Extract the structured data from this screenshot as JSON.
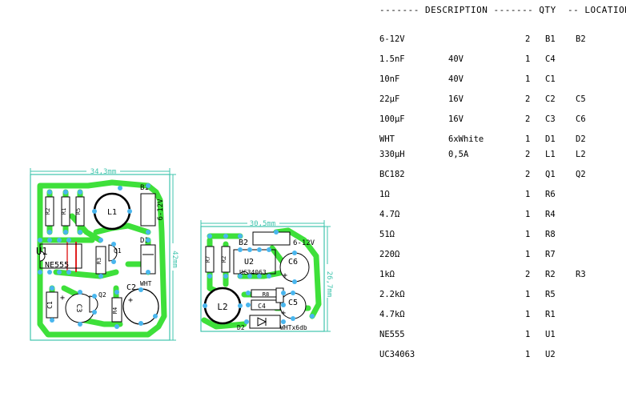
{
  "bom_header": "------- DESCRIPTION ------- QTY  -- LOCATIONS",
  "bom": [
    {
      "name": "6-12V",
      "rating": "",
      "qty": "2",
      "loc1": "B1",
      "loc2": "B2"
    },
    {
      "name": "1.5nF",
      "rating": "40V",
      "qty": "1",
      "loc1": "C4",
      "loc2": ""
    },
    {
      "name": "10nF",
      "rating": "40V",
      "qty": "1",
      "loc1": "C1",
      "loc2": ""
    },
    {
      "name": "22µF",
      "rating": "16V",
      "qty": "2",
      "loc1": "C2",
      "loc2": "C5"
    },
    {
      "name": "100µF",
      "rating": "16V",
      "qty": "2",
      "loc1": "C3",
      "loc2": "C6"
    },
    {
      "name": "WHT",
      "rating": "6xWhite",
      "qty": "1",
      "loc1": "D1",
      "loc2": "D2"
    },
    {
      "name": "330µH",
      "rating": "0,5A",
      "qty": "2",
      "loc1": "L1",
      "loc2": "L2"
    },
    {
      "name": "BC182",
      "rating": "",
      "qty": "2",
      "loc1": "Q1",
      "loc2": "Q2"
    },
    {
      "name": "1Ω",
      "rating": "",
      "qty": "1",
      "loc1": "R6",
      "loc2": ""
    },
    {
      "name": "4.7Ω",
      "rating": "",
      "qty": "1",
      "loc1": "R4",
      "loc2": ""
    },
    {
      "name": "51Ω",
      "rating": "",
      "qty": "1",
      "loc1": "R8",
      "loc2": ""
    },
    {
      "name": "220Ω",
      "rating": "",
      "qty": "1",
      "loc1": "R7",
      "loc2": ""
    },
    {
      "name": "1kΩ",
      "rating": "",
      "qty": "2",
      "loc1": "R2",
      "loc2": "R3"
    },
    {
      "name": "2.2kΩ",
      "rating": "",
      "qty": "1",
      "loc1": "R5",
      "loc2": ""
    },
    {
      "name": "4.7kΩ",
      "rating": "",
      "qty": "1",
      "loc1": "R1",
      "loc2": ""
    },
    {
      "name": "NE555",
      "rating": "",
      "qty": "1",
      "loc1": "U1",
      "loc2": ""
    },
    {
      "name": "UC34063",
      "rating": "",
      "qty": "1",
      "loc1": "U2",
      "loc2": ""
    }
  ],
  "board1": {
    "width_label": "34,3mm",
    "height_label": "42mm",
    "labels": {
      "b1": "B1",
      "v": "6-12V",
      "l1": "L1",
      "d1": "D1",
      "wht": "WHT",
      "u1": "U1",
      "ne555": "NE555",
      "q1": "Q1",
      "q2": "Q2",
      "c1": "C1",
      "c2": "C2",
      "c3": "C3",
      "r1": "R1",
      "r2": "R2",
      "r3": "R3",
      "r4": "R4",
      "r5": "R5"
    }
  },
  "board2": {
    "width_label": "30,5mm",
    "height_label": "26,7mm",
    "labels": {
      "b2": "B2",
      "v": "6-12V",
      "u2": "U2",
      "uc": "UC34063",
      "c6": "C6",
      "c5": "C5",
      "c4": "C4",
      "l2": "L2",
      "d2": "D2",
      "whtx": "WHTx6db",
      "r6": "R6",
      "r7": "R7",
      "r8": "R8"
    }
  },
  "colors": {
    "trace": "#3ee03a",
    "pad": "#49b6ee",
    "outline": "#3fc4ad",
    "jumper": "#e02020",
    "text": "#000000",
    "dim": "#3fc4ad"
  }
}
